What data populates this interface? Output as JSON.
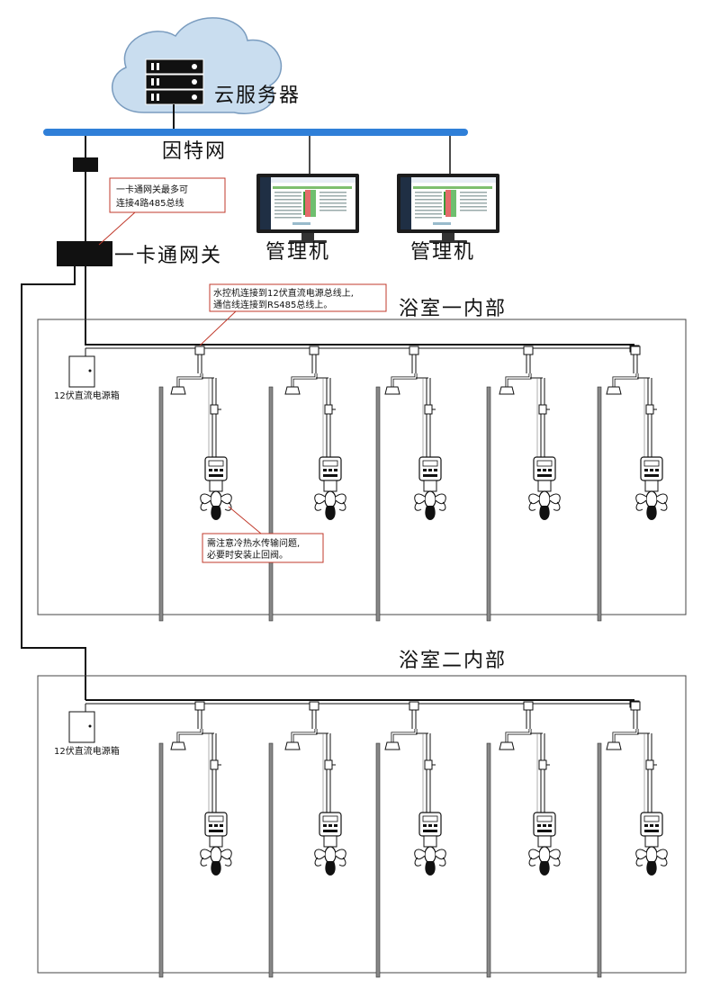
{
  "labels": {
    "cloud_server": "云服务器",
    "internet": "因特网",
    "manager_1": "管理机",
    "manager_2": "管理机",
    "gateway": "一卡通网关",
    "room_1": "浴室一内部",
    "room_2": "浴室二内部",
    "power_box_1": "12伏直流电源箱",
    "power_box_2": "12伏直流电源箱"
  },
  "notes": {
    "gateway_note": [
      "一卡通网关最多可",
      "连接4路485总线"
    ],
    "controller_note": [
      "水控机连接到12伏直流电源总线上,",
      "通信线连接到RS485总线上。"
    ],
    "valve_note": [
      "需注意冷热水传输问题,",
      "必要时安装止回阀。"
    ]
  },
  "colors": {
    "internet_bus": "#2f7fd8",
    "note_border": "#c0392b",
    "cloud": "#c9ddef",
    "cable": "#111111"
  },
  "bathroom_stations_per_room": 5
}
